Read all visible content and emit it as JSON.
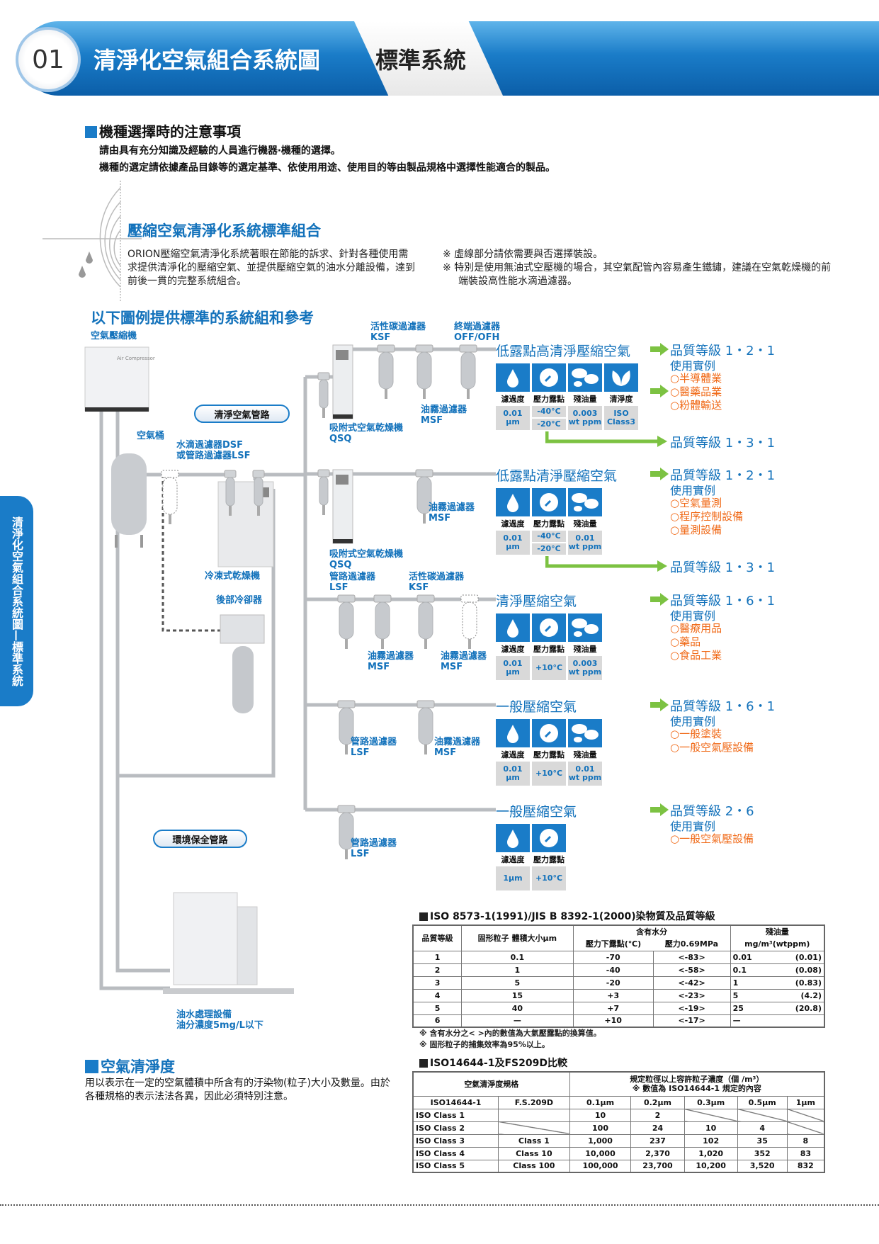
{
  "header": {
    "number": "01",
    "title": "清淨化空氣組合系統圖",
    "subtitle": "標準系統"
  },
  "side_tab": "清淨化空氣組合系統圖—標準系統",
  "notice": {
    "title": "機種選擇時的注意事項",
    "lines": [
      "請由具有充分知識及經驗的人員進行機器‧機種的選擇。",
      "機種的選定請依據產品目錄等的選定基準、依使用用途、使用目的等由製品規格中選擇性能適合的製品。"
    ]
  },
  "system": {
    "title": "壓縮空氣清淨化系統標準組合",
    "paragraph": "ORION壓縮空氣清淨化系統著眼在節能的訴求、針對各種使用需求提供清淨化的壓縮空氣、並提供壓縮空氣的油水分離設備，達到前後一貫的完整系統組合。",
    "notes": [
      "※ 虛線部分請依需要與否選擇裝設。",
      "※ 特別是使用無油式空壓機的場合，其空氣配管內容易產生鐵鏽，建議在空氣乾燥機的前端裝設高性能水滴過濾器。"
    ],
    "example_title": "以下圖例提供標準的系統組和參考"
  },
  "diagram": {
    "compressor": "空氣壓縮機",
    "compressor_plate": "Air Compressor",
    "clean_pipe": "清淨空氣管路",
    "env_pipe": "環境保全管路",
    "tank": "空氣桶",
    "drop_filter": [
      "水滴過濾器DSF",
      "或管路過濾器LSF"
    ],
    "fridge_dryer": "冷凍式乾燥機",
    "aftercooler": "後部冷卻器",
    "oil_water": [
      "油水處理設備",
      "油分濃度5mg/L以下"
    ],
    "labels": {
      "ksf1": [
        "活性碳過濾器",
        "KSF"
      ],
      "off": [
        "終端過濾器",
        "OFF/OFH"
      ],
      "msf1": [
        "油霧過濾器",
        "MSF"
      ],
      "qsq1": [
        "吸附式空氣乾燥機",
        "QSQ"
      ],
      "msf2": [
        "油霧過濾器",
        "MSF"
      ],
      "qsq2": [
        "吸附式空氣乾燥機",
        "QSQ"
      ],
      "lsf3": [
        "管路過濾器",
        "LSF"
      ],
      "ksf3": [
        "活性碳過濾器",
        "KSF"
      ],
      "msf3a": [
        "油霧過濾器",
        "MSF"
      ],
      "msf3b": [
        "油霧過濾器",
        "MSF"
      ],
      "lsf4": [
        "管路過濾器",
        "LSF"
      ],
      "msf4": [
        "油霧過濾器",
        "MSF"
      ],
      "lsf5": [
        "管路過濾器",
        "LSF"
      ]
    }
  },
  "outputs": [
    {
      "title": "低露點高清淨壓縮空氣",
      "metrics": [
        {
          "icon": "droplet-icon",
          "label": "濾過度",
          "values": [
            "0.01",
            "μm"
          ]
        },
        {
          "icon": "gauge-icon",
          "label": "壓力露點",
          "split": [
            "-40°C",
            "-20°C"
          ]
        },
        {
          "icon": "oil-drops-icon",
          "label": "殘油量",
          "values": [
            "0.003",
            "wt ppm"
          ]
        },
        {
          "icon": "leaf-icon",
          "label": "清淨度",
          "values": [
            "ISO",
            "Class3"
          ]
        }
      ],
      "grade": "品質等級 1・2・1",
      "grade2": "品質等級 1・3・1",
      "uses_label": "使用實例",
      "uses": [
        "半導體業",
        "醫藥品業",
        "粉體輸送"
      ]
    },
    {
      "title": "低露點清淨壓縮空氣",
      "metrics": [
        {
          "icon": "droplet-icon",
          "label": "濾過度",
          "values": [
            "0.01",
            "μm"
          ]
        },
        {
          "icon": "gauge-icon",
          "label": "壓力露點",
          "split": [
            "-40°C",
            "-20°C"
          ]
        },
        {
          "icon": "oil-drops-icon",
          "label": "殘油量",
          "values": [
            "0.01",
            "wt ppm"
          ]
        }
      ],
      "grade": "品質等級 1・2・1",
      "grade2": "品質等級 1・3・1",
      "uses_label": "使用實例",
      "uses": [
        "空氣量測",
        "程序控制設備",
        "量測設備"
      ]
    },
    {
      "title": "清淨壓縮空氣",
      "metrics": [
        {
          "icon": "droplet-icon",
          "label": "濾過度",
          "values": [
            "0.01",
            "μm"
          ]
        },
        {
          "icon": "gauge-icon",
          "label": "壓力露點",
          "values": [
            "+10°C"
          ]
        },
        {
          "icon": "oil-drops-icon",
          "label": "殘油量",
          "values": [
            "0.003",
            "wt ppm"
          ]
        }
      ],
      "grade": "品質等級 1・6・1",
      "uses_label": "使用實例",
      "uses": [
        "醫療用品",
        "藥品",
        "食品工業"
      ]
    },
    {
      "title": "一般壓縮空氣",
      "metrics": [
        {
          "icon": "droplet-icon",
          "label": "濾過度",
          "values": [
            "0.01",
            "μm"
          ]
        },
        {
          "icon": "gauge-icon",
          "label": "壓力露點",
          "values": [
            "+10°C"
          ]
        },
        {
          "icon": "oil-drops-icon",
          "label": "殘油量",
          "values": [
            "0.01",
            "wt ppm"
          ]
        }
      ],
      "grade": "品質等級 1・6・1",
      "uses_label": "使用實例",
      "uses": [
        "一般塗裝",
        "一般空氣壓設備"
      ]
    },
    {
      "title": "一般壓縮空氣",
      "metrics": [
        {
          "icon": "droplet-icon",
          "label": "濾過度",
          "values": [
            "1μm"
          ]
        },
        {
          "icon": "gauge-icon",
          "label": "壓力露點",
          "values": [
            "+10°C"
          ]
        }
      ],
      "grade": "品質等級 2・6",
      "uses_label": "使用實例",
      "uses": [
        "一般空氣壓設備"
      ]
    }
  ],
  "iso8573": {
    "title": "ISO 8573-1(1991)/JIS B 8392-1(2000)染物質及品質等級",
    "headers": [
      "品質等級",
      "固形粒子 體積大小μm",
      "含有水分",
      "壓力下露點(℃)",
      "壓力0.69MPa",
      "殘油量",
      "mg/m³(wtppm)"
    ],
    "rows": [
      [
        "1",
        "0.1",
        "-70",
        "<-83>",
        "0.01",
        "(0.01)"
      ],
      [
        "2",
        "1",
        "-40",
        "<-58>",
        "0.1",
        "(0.08)"
      ],
      [
        "3",
        "5",
        "-20",
        "<-42>",
        "1",
        "(0.83)"
      ],
      [
        "4",
        "15",
        "+3",
        "<-23>",
        "5",
        "(4.2)"
      ],
      [
        "5",
        "40",
        "+7",
        "<-19>",
        "25",
        "(20.8)"
      ],
      [
        "6",
        "—",
        "+10",
        "<-17>",
        "—",
        ""
      ]
    ],
    "notes": [
      "※ 含有水分之< >內的數值為大氣壓露點的換算值。",
      "※ 固形粒子的捕集效率為95%以上。"
    ]
  },
  "iso14644": {
    "title": "ISO14644-1及FS209D比較",
    "headers": [
      "空氣清淨度規格",
      "規定粒徑以上容許粒子濃度（個 /m³）",
      "※ 數值為 ISO14644-1 規定的內容"
    ],
    "subheaders": [
      "ISO14644-1",
      "F.S.209D",
      "0.1μm",
      "0.2μm",
      "0.3μm",
      "0.5μm",
      "1μm"
    ],
    "rows": [
      [
        "ISO Class 1",
        "",
        "10",
        "2",
        null,
        null,
        null
      ],
      [
        "ISO Class 2",
        null,
        "100",
        "24",
        "10",
        "4",
        null
      ],
      [
        "ISO Class 3",
        "Class 1",
        "1,000",
        "237",
        "102",
        "35",
        "8"
      ],
      [
        "ISO Class 4",
        "Class 10",
        "10,000",
        "2,370",
        "1,020",
        "352",
        "83"
      ],
      [
        "ISO Class 5",
        "Class 100",
        "100,000",
        "23,700",
        "10,200",
        "3,520",
        "832"
      ]
    ]
  },
  "cleanliness": {
    "title": "空氣清淨度",
    "paragraph": "用以表示在一定的空氣體積中所含有的汙染物(粒子)大小及數量。由於各種規格的表示法法各異，因此必須特別注意。"
  },
  "colors": {
    "brand_blue": "#1a7cc8",
    "text_blue": "#1372bb",
    "orange": "#f06a18",
    "green": "#7cc242"
  }
}
